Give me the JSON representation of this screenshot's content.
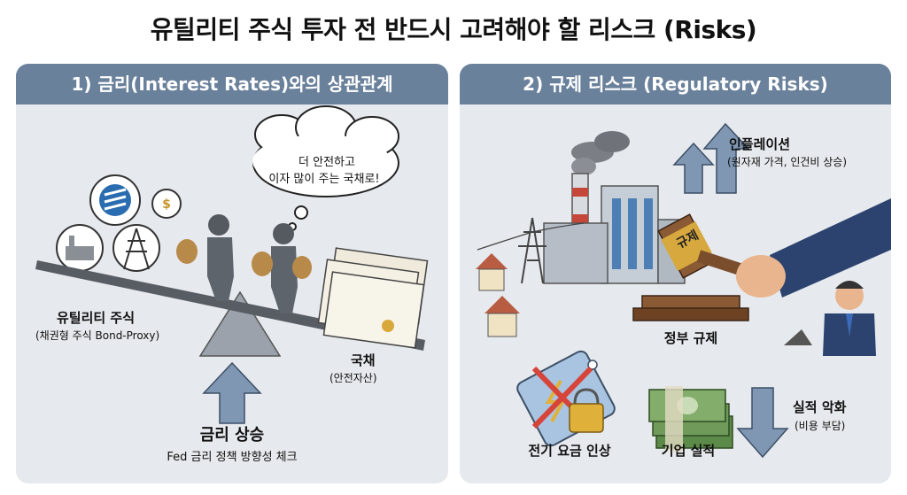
{
  "title": "유틸리티 주식 투자 전 반드시 고려해야 할 리스크 (Risks)",
  "left_panel": {
    "header": "1) 금리(Interest Rates)와의 상관관계",
    "bubble": {
      "line1": "더 안전하고",
      "line2": "이자 많이 주는 국채로!"
    },
    "utility_label": "유틸리티 주식",
    "utility_sub": "(채권형 주식 Bond-Proxy)",
    "bond_label": "국채",
    "bond_sub": "(안전자산)",
    "rate_label": "금리 상승",
    "rate_sub": "Fed 금리 정책 방향성 체크"
  },
  "right_panel": {
    "header": "2) 규제 리스크 (Regulatory Risks)",
    "inflation_label": "인플레이션",
    "inflation_sub": "(원자재 가격, 인건비 상승)",
    "gavel_label": "규제",
    "regulation_label": "정부 규제",
    "earnings_down_label": "실적 악화",
    "earnings_down_sub": "(비용 부담)",
    "price_label": "전기 요금 인상",
    "earnings_label": "기업 실적"
  },
  "colors": {
    "panel_bg": "#e6e9ed",
    "header_bg": "#6a819c",
    "arrow": "#7f97b3",
    "bill_green": "#6f9a5a"
  }
}
